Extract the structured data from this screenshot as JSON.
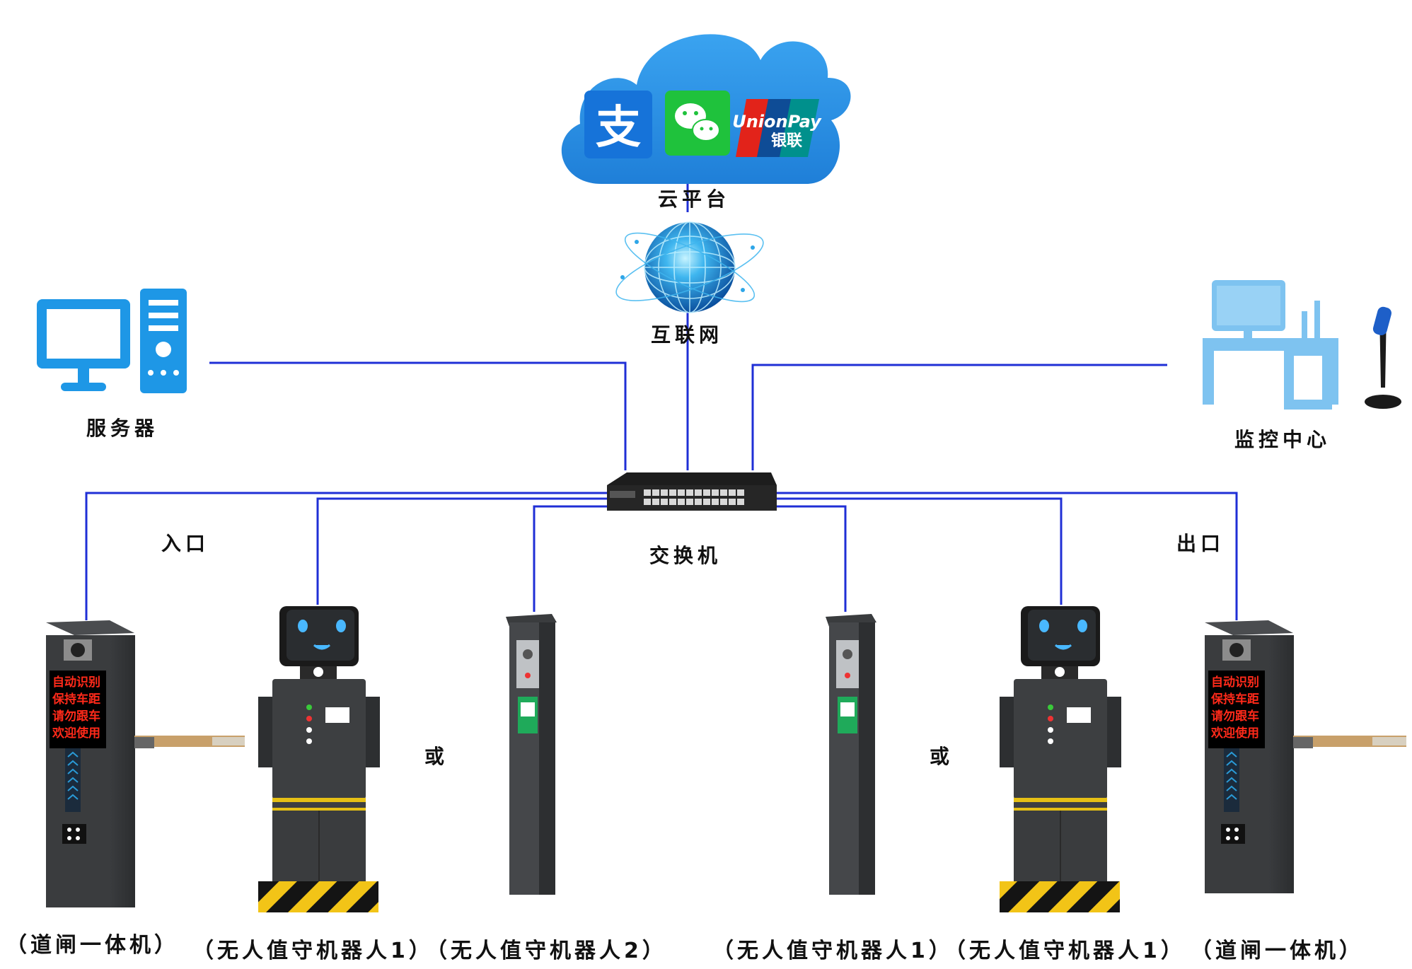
{
  "labels": {
    "cloud_platform": "云平台",
    "internet": "互联网",
    "server": "服务器",
    "monitor_center": "监控中心",
    "switch": "交换机",
    "entrance": "入口",
    "exit": "出口",
    "or_left": "或",
    "or_right": "或"
  },
  "payments": {
    "unionpay_en": "UnionPay",
    "unionpay_cn": "银联"
  },
  "led_text": [
    "自动识别",
    "保持车距",
    "请勿跟车",
    "欢迎使用"
  ],
  "gate_right_led_last": "欢迎使用",
  "captions": {
    "c1": "（道闸一体机）",
    "c2": "（无人值守机器人1）",
    "c3": "（无人值守机器人2）",
    "c4": "（无人值守机器人1）",
    "c5": "（无人值守机器人1）",
    "c6": "（道闸一体机）"
  },
  "colors": {
    "link": "#1f2fd6",
    "cloud": "#2a8fe6",
    "server_icon": "#1e97e6",
    "monitor_icon": "#7ec3f0",
    "device_body": "#3d3f41"
  },
  "icons": [
    "alipay-icon",
    "wechat-icon",
    "unionpay-icon",
    "globe-icon",
    "server-icon",
    "monitor-center-icon",
    "microphone-icon",
    "network-switch-icon"
  ]
}
